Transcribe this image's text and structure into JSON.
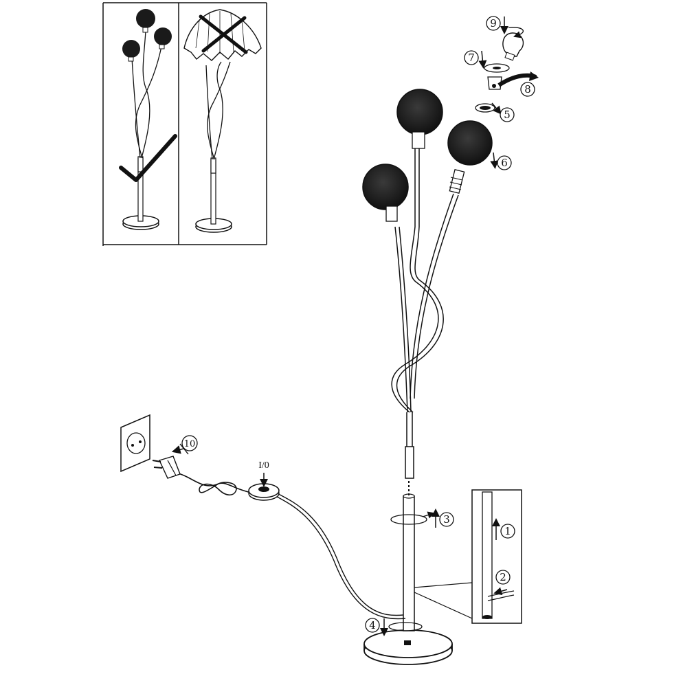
{
  "switch_label": "I/0",
  "steps": [
    "1",
    "2",
    "3",
    "4",
    "5",
    "6",
    "7",
    "8",
    "9",
    "10"
  ],
  "colors": {
    "ink": "#111111",
    "paper": "#ffffff",
    "globe": "#1a1a1a"
  },
  "icons": [
    "check-mark-icon",
    "cross-mark-icon",
    "wall-socket-icon",
    "plug-icon",
    "foot-switch-icon",
    "light-bulb-icon",
    "rotate-arrow-icon",
    "push-arrow-icon"
  ]
}
